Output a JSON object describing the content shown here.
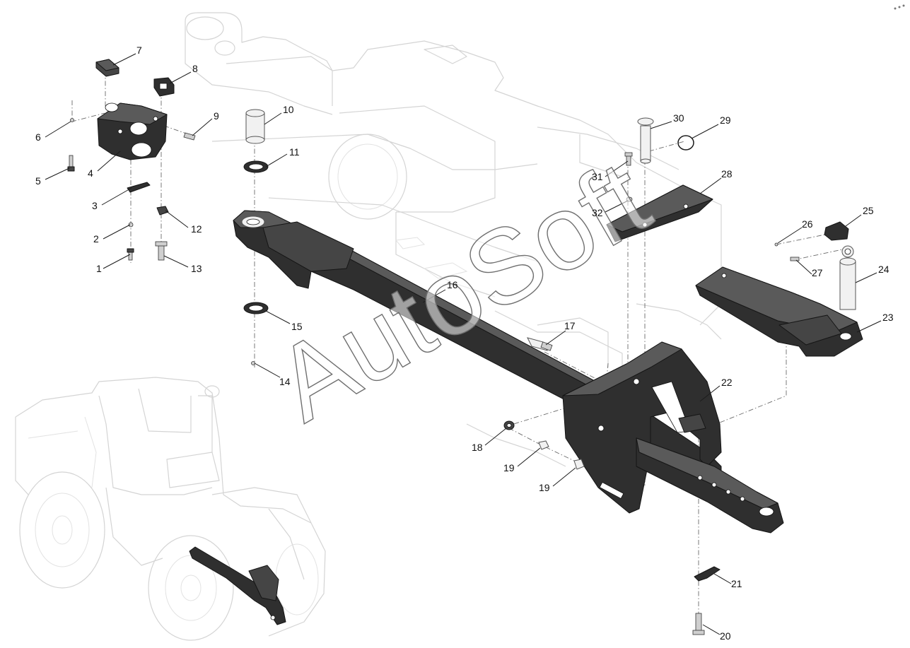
{
  "watermark": "AutoSoft",
  "labels": [
    "7",
    "8",
    "9",
    "10",
    "11",
    "30",
    "29",
    "6",
    "31",
    "28",
    "5",
    "4",
    "25",
    "26",
    "3",
    "32",
    "12",
    "2",
    "24",
    "27",
    "1",
    "13",
    "16",
    "23",
    "17",
    "15",
    "14",
    "22",
    "18",
    "19",
    "19",
    "21",
    "20"
  ]
}
